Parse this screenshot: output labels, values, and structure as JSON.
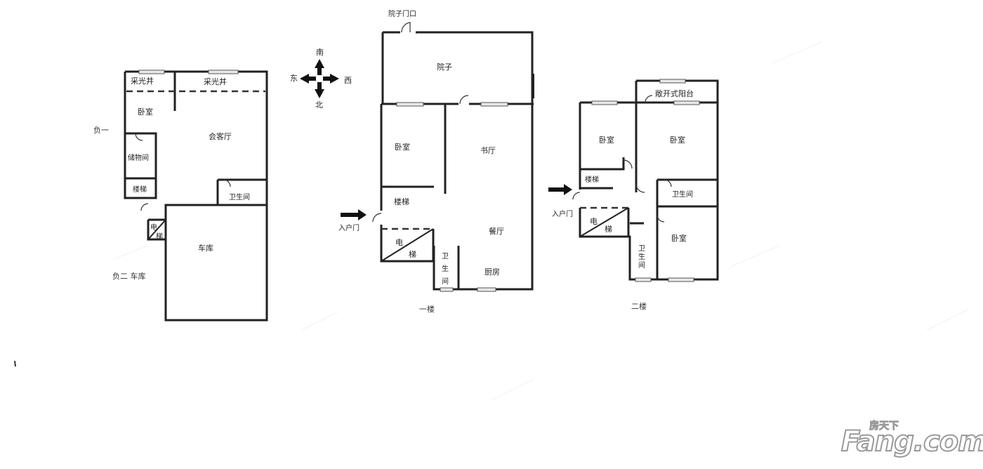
{
  "compass": {
    "south": "南",
    "north": "北",
    "east": "东",
    "west": "西"
  },
  "floor_b1": {
    "level_label": "负一",
    "rooms": {
      "lightwell_1": "采光井",
      "lightwell_2": "采光井",
      "bedroom": "卧室",
      "living": "会客厅",
      "storage": "储物间",
      "stairs": "楼梯",
      "bathroom": "卫生间",
      "elevator_1": "电",
      "elevator_2": "梯",
      "garage": "车库"
    },
    "caption": "负二 车库"
  },
  "floor_1": {
    "courtyard_door": "院子门口",
    "rooms": {
      "courtyard": "院子",
      "bedroom": "卧室",
      "study": "书厅",
      "stairs": "楼梯",
      "elevator_1": "电",
      "elevator_2": "梯",
      "dining": "餐厅",
      "bath_1": "卫",
      "bath_2": "生",
      "bath_3": "间",
      "kitchen": "厨房"
    },
    "entrance": "入户门",
    "caption": "一楼"
  },
  "floor_2": {
    "rooms": {
      "balcony": "敞开式阳台",
      "bedroom_1": "卧室",
      "bedroom_2": "卧室",
      "stairs": "楼梯",
      "bathroom_1": "卫生间",
      "elevator_1": "电",
      "elevator_2": "梯",
      "bath2_1": "卫",
      "bath2_2": "生",
      "bath2_3": "间",
      "bedroom_3": "卧室"
    },
    "entrance": "入户门",
    "caption": "二楼"
  },
  "logo": {
    "text": "Fang.com",
    "cn": "房天下"
  }
}
